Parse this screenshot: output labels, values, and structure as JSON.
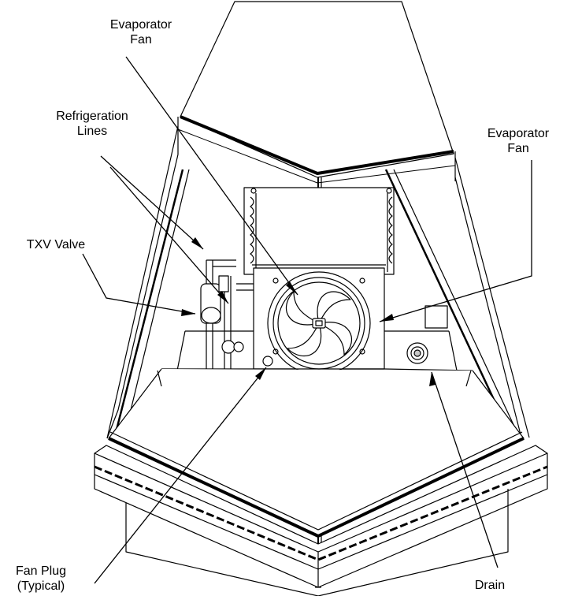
{
  "labels": {
    "evap_fan_top": [
      "Evaporator",
      "Fan"
    ],
    "refrigeration_lines": [
      "Refrigeration",
      "Lines"
    ],
    "evap_fan_right": [
      "Evaporator",
      "Fan"
    ],
    "txv_valve": [
      "TXV Valve"
    ],
    "fan_plug": [
      "Fan Plug",
      "(Typical)"
    ],
    "drain": [
      "Drain"
    ]
  },
  "colors": {
    "line": "#000000",
    "shade": "#c8c8c8",
    "paper": "#ffffff"
  }
}
